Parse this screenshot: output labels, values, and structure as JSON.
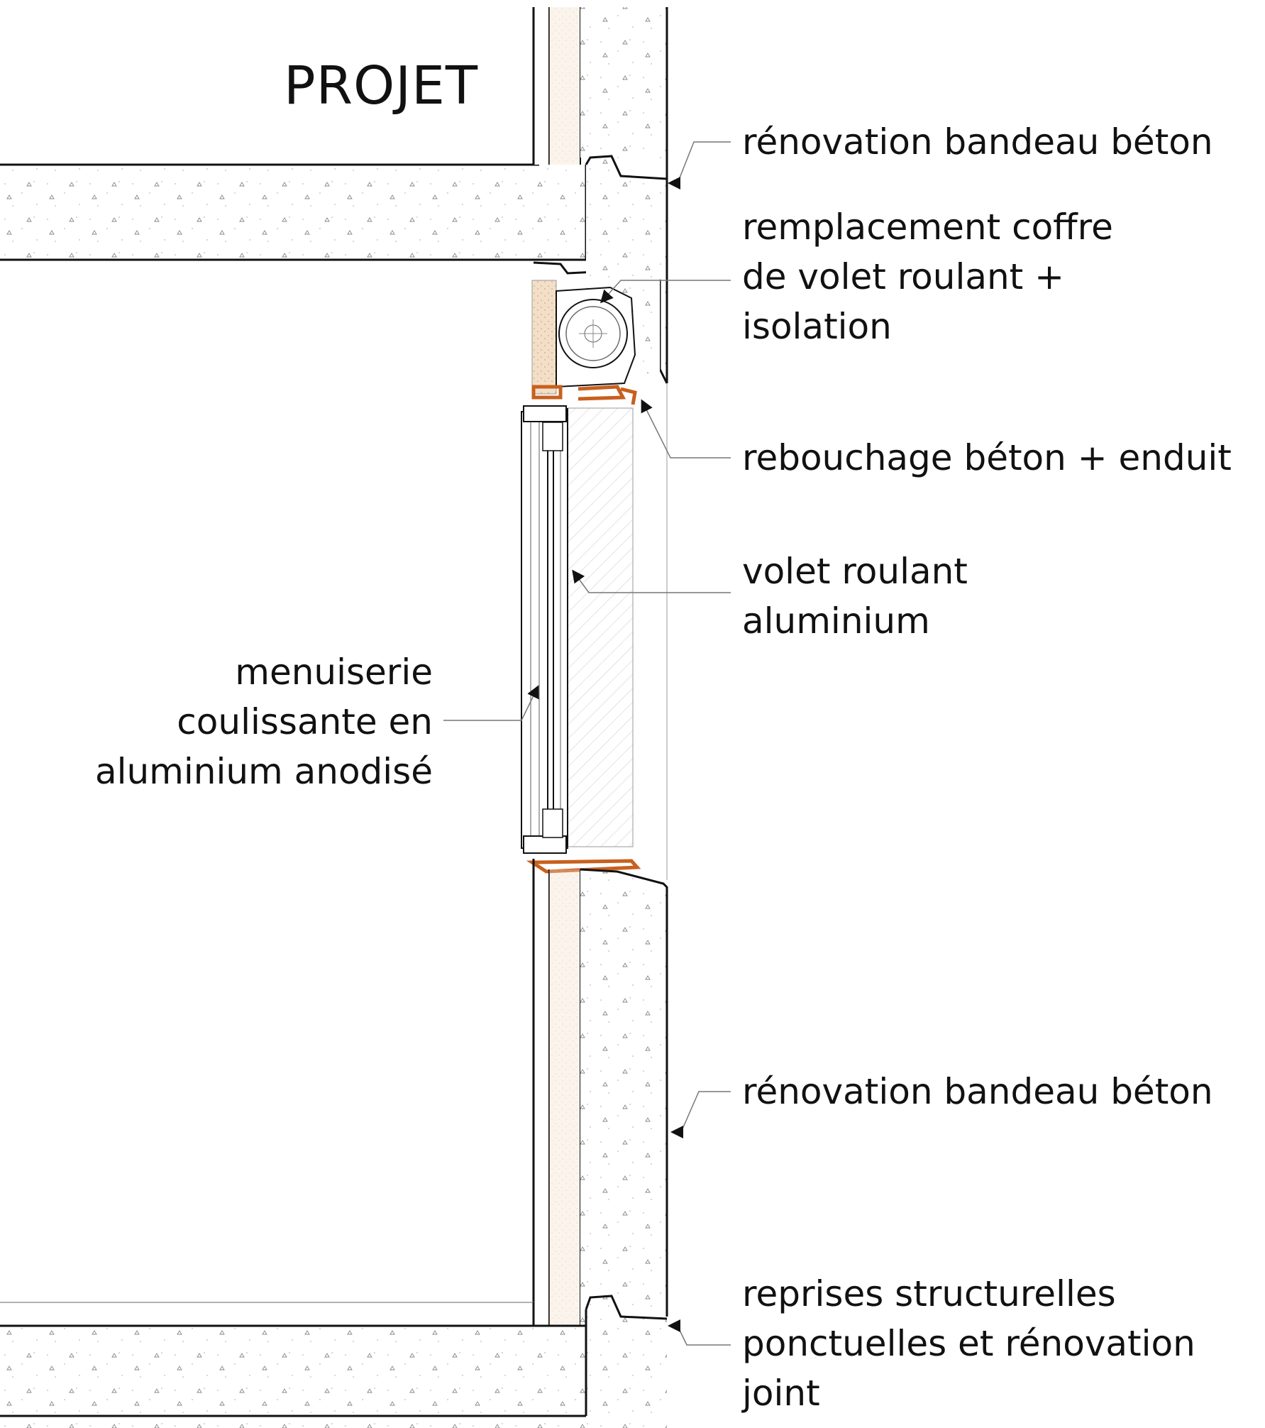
{
  "title": "PROJET",
  "labels": {
    "renovation_top": "rénovation bandeau béton",
    "coffre": [
      "remplacement coffre",
      "de volet roulant +",
      "isolation"
    ],
    "rebouchage": "rebouchage béton + enduit",
    "volet": [
      "volet roulant",
      "aluminium"
    ],
    "menuiserie": [
      "menuiserie",
      "coulissante en",
      "aluminium anodisé"
    ],
    "renovation_bottom": "rénovation bandeau béton",
    "reprises": [
      "reprises structurelles",
      "ponctuelles et rénovation",
      "joint"
    ]
  },
  "colors": {
    "line": "#111111",
    "accent": "#c8601e",
    "insulation": "#e9cdb0",
    "hatch": "#bdbdbd"
  }
}
